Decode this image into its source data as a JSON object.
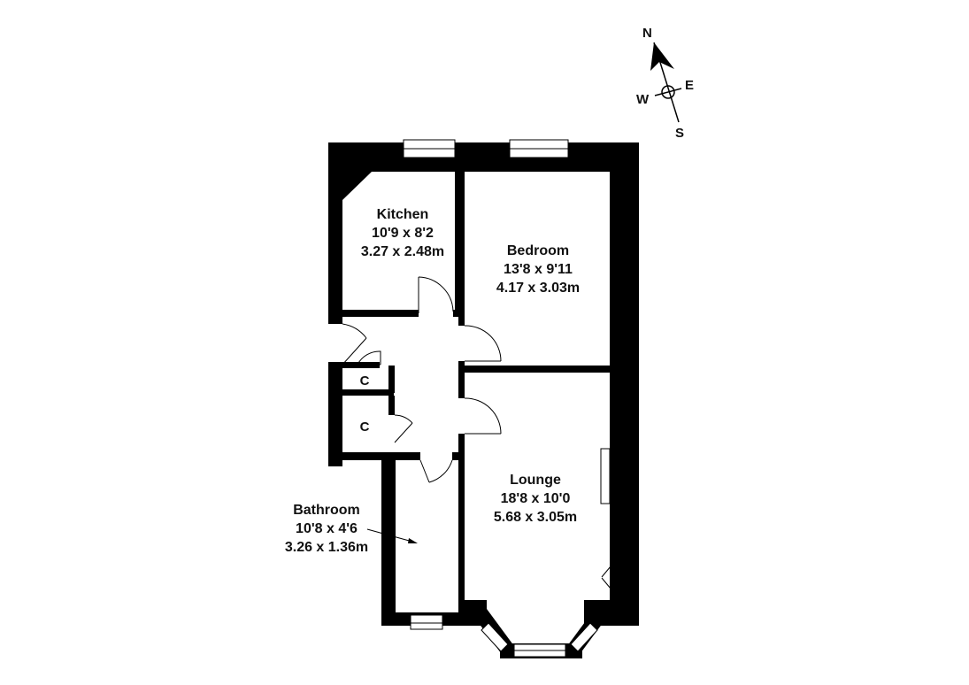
{
  "compass": {
    "north": "N",
    "east": "E",
    "south": "S",
    "west": "W"
  },
  "rooms": {
    "kitchen": {
      "name": "Kitchen",
      "imperial": "10'9 x 8'2",
      "metric": "3.27 x 2.48m"
    },
    "bedroom": {
      "name": "Bedroom",
      "imperial": "13'8 x 9'11",
      "metric": "4.17 x 3.03m"
    },
    "lounge": {
      "name": "Lounge",
      "imperial": "18'8 x 10'0",
      "metric": "5.68 x 3.05m"
    },
    "bathroom": {
      "name": "Bathroom",
      "imperial": "10'8 x 4'6",
      "metric": "3.26 x 1.36m"
    }
  },
  "cupboards": {
    "upper": "C",
    "lower": "C"
  },
  "colors": {
    "wall": "#000000",
    "window": "#ffffff",
    "background": "#ffffff"
  }
}
